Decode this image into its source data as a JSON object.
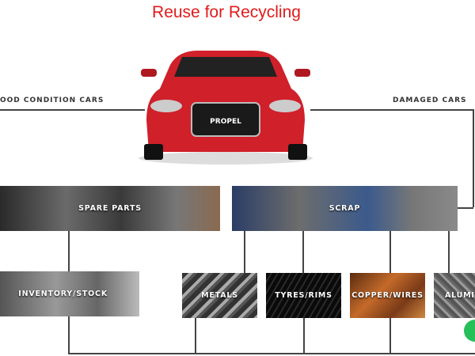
{
  "title": "Reuse for Recycling",
  "labels": {
    "good": "OOD CONDITION CARS",
    "damaged": "DAMAGED CARS"
  },
  "car": {
    "brand": "PROPEL",
    "color": "#d0202a"
  },
  "boxes": {
    "spare": "SPARE PARTS",
    "scrap": "SCRAP",
    "inventory": "INVENTORY/STOCK",
    "metals": "METALS",
    "tyres": "TYRES/RIMS",
    "copper": "COPPER/WIRES",
    "aluminium": "ALUMI"
  },
  "colors": {
    "title": "#e11a1a",
    "chat": "#25c05a"
  }
}
